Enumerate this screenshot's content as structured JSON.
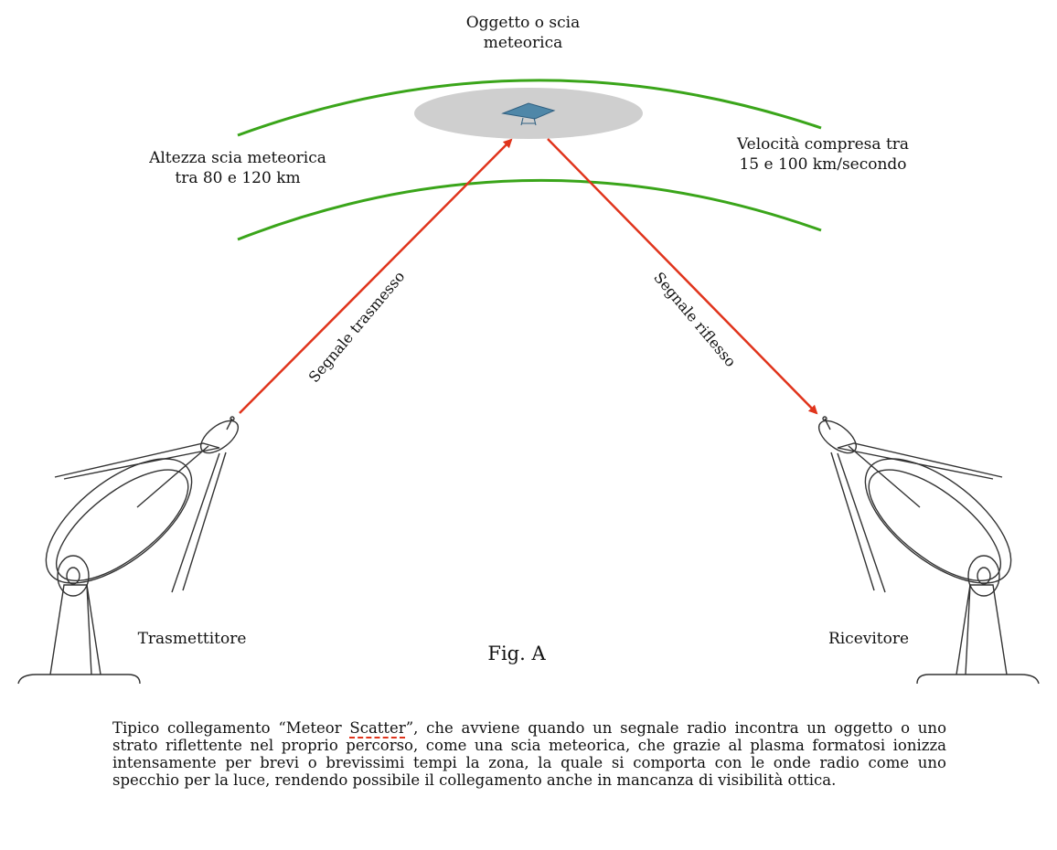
{
  "labels": {
    "object_line1": "Oggetto o scia",
    "object_line2": "meteorica",
    "altitude_line1": "Altezza scia meteorica",
    "altitude_line2": "tra 80 e 120 km",
    "speed_line1": "Velocità compresa tra",
    "speed_line2": "15 e 100 km/secondo",
    "transmitted": "Segnale trasmesso",
    "reflected": "Segnale riflesso",
    "transmitter": "Trasmettitore",
    "receiver": "Ricevitore",
    "figure": "Fig. A"
  },
  "caption": {
    "part1": "Tipico collegamento “Meteor ",
    "flagged_word": "Scatter",
    "part2": "”, che avviene quando un segnale radio incontra un oggetto o uno strato riflettente nel proprio percorso, come una scia meteorica, che grazie al plasma formatosi ionizza intensamente per brevi o brevissimi tempi la zona, la quale si comporta con le onde radio come uno specchio per la luce, rendendo possibile il collegamento anche in mancanza di visibilità ottica."
  },
  "colors": {
    "layer_arcs": "#3aa51a",
    "signal": "#e0341c",
    "meteor_ellipse": "#cfcfcf",
    "meteor": "#4f87a8"
  }
}
